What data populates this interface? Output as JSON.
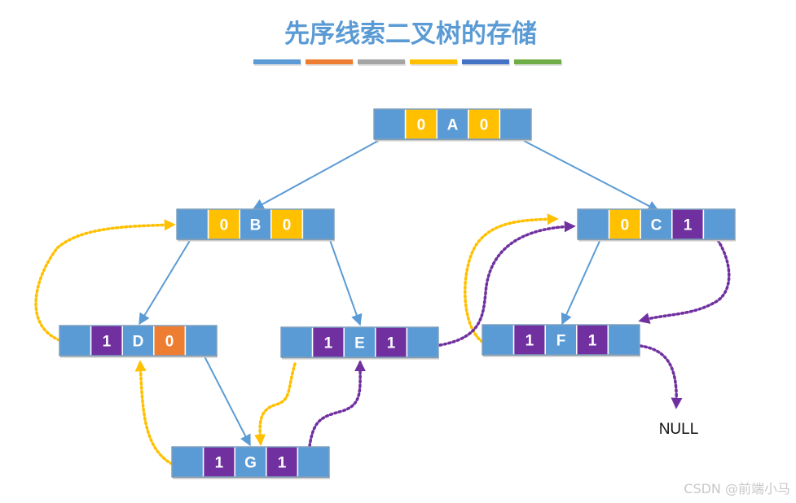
{
  "title": "先序线索二叉树的存储",
  "palette": [
    "#5b9bd5",
    "#ed7d31",
    "#a5a5a5",
    "#ffc000",
    "#4472c4",
    "#70ad47"
  ],
  "colors": {
    "node_blue": "#5b9bd5",
    "tag_zero": "#ffc000",
    "tag_one": "#7030a0",
    "tag_orange": "#ed7d31",
    "edge": "#5b9bd5",
    "thread_yellow": "#ffc000",
    "thread_purple": "#7030a0"
  },
  "nodes": [
    {
      "id": "A",
      "ltag": "0",
      "data": "A",
      "rtag": "0"
    },
    {
      "id": "B",
      "ltag": "0",
      "data": "B",
      "rtag": "0"
    },
    {
      "id": "C",
      "ltag": "0",
      "data": "C",
      "rtag": "1"
    },
    {
      "id": "D",
      "ltag": "1",
      "data": "D",
      "rtag": "0"
    },
    {
      "id": "E",
      "ltag": "1",
      "data": "E",
      "rtag": "1"
    },
    {
      "id": "F",
      "ltag": "1",
      "data": "F",
      "rtag": "1"
    },
    {
      "id": "G",
      "ltag": "1",
      "data": "G",
      "rtag": "1"
    }
  ],
  "edges": [
    {
      "from": "A",
      "to": "B"
    },
    {
      "from": "A",
      "to": "C"
    },
    {
      "from": "B",
      "to": "D"
    },
    {
      "from": "B",
      "to": "E"
    },
    {
      "from": "C",
      "to": "F"
    },
    {
      "from": "D",
      "to": "G"
    }
  ],
  "threads": [
    {
      "from": "D",
      "to": "B",
      "color": "yellow"
    },
    {
      "from": "G",
      "to": "D",
      "color": "yellow"
    },
    {
      "from": "E",
      "to": "G",
      "color": "yellow"
    },
    {
      "from": "F",
      "to": "C",
      "color": "yellow"
    },
    {
      "from": "G",
      "to": "E",
      "color": "purple"
    },
    {
      "from": "E",
      "to": "C",
      "color": "purple"
    },
    {
      "from": "C",
      "to": "F",
      "color": "purple"
    },
    {
      "from": "F",
      "to": "NULL",
      "color": "purple"
    }
  ],
  "null_label": "NULL",
  "watermark": "CSDN @前端小马"
}
